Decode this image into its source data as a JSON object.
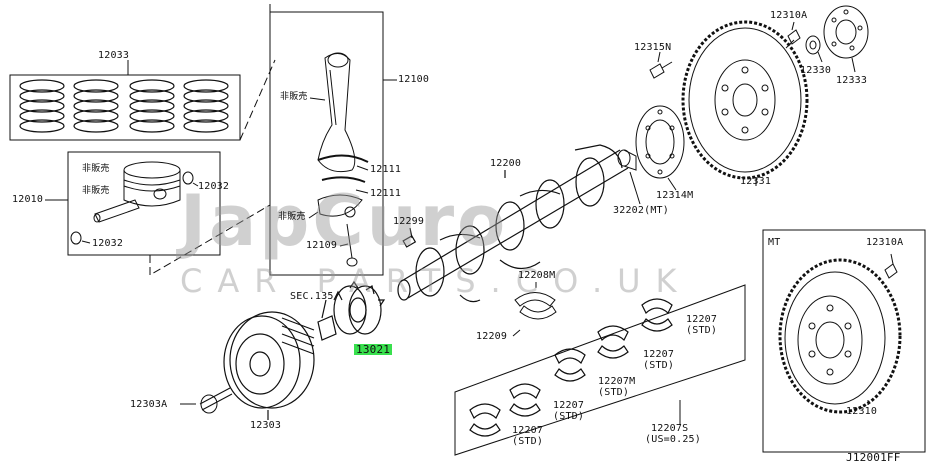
{
  "labels": {
    "p12033": "12033",
    "p12010": "12010",
    "p12032a": "12032",
    "p12032b": "12032",
    "p12100": "12100",
    "p12111a": "12111",
    "p12111b": "12111",
    "p12109": "12109",
    "p12299": "12299",
    "p12200": "12200",
    "p12208m": "12208M",
    "p12209": "12209",
    "sec135": "SEC.135",
    "p13021": "13021",
    "p12303a": "12303A",
    "p12303": "12303",
    "p12315n": "12315N",
    "p12310a_top": "12310A",
    "p12330": "12330",
    "p12333": "12333",
    "p12314m": "12314M",
    "p32202": "32202(MT)",
    "p12331": "12331",
    "mt": "MT",
    "p12310a_mt": "12310A",
    "p12310": "12310",
    "p12207_1": "12207",
    "p12207_1b": "(STD)",
    "p12207_2": "12207",
    "p12207_2b": "(STD)",
    "p12207m": "12207M",
    "p12207m_b": "(STD)",
    "p12207_3": "12207",
    "p12207_3b": "(STD)",
    "p12207_4": "12207",
    "p12207_4b": "(STD)",
    "p12207s": "12207S",
    "p12207s_b": "(US=0.25)",
    "nfs1": "非販売",
    "nfs2": "非販売",
    "nfs3": "非販売",
    "nfs4": "非販売",
    "diagram_id": "J12001FF"
  },
  "watermark": {
    "line1": "JapCuro",
    "line2": "CAR PARTS.CO.UK"
  },
  "highlight_color": "#39e04e"
}
